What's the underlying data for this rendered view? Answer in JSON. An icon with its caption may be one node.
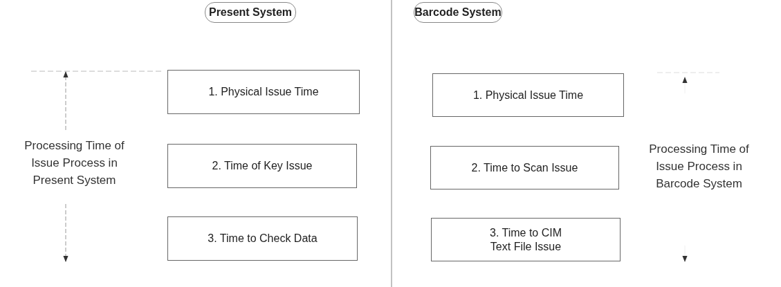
{
  "diagram": {
    "nodes": [
      {
        "text": [
          "Present System"
        ]
      },
      {
        "text": [
          "1. Physical Issue Time"
        ]
      },
      {
        "text": [
          "2. Time of Key Issue"
        ]
      },
      {
        "text": [
          "3. Time to Check Data"
        ]
      },
      {
        "text": [
          "Barcode System"
        ]
      },
      {
        "text": [
          "1. Physical Issue Time"
        ]
      },
      {
        "text": [
          "2. Time to Scan Issue"
        ]
      },
      {
        "text": [
          "3. Time to CIM Text File Issue"
        ]
      }
    ],
    "edges": [],
    "labels": [
      "Processing Time of Issue Process in Present System",
      "Processing Time of Issue Process in Barcode System"
    ]
  }
}
